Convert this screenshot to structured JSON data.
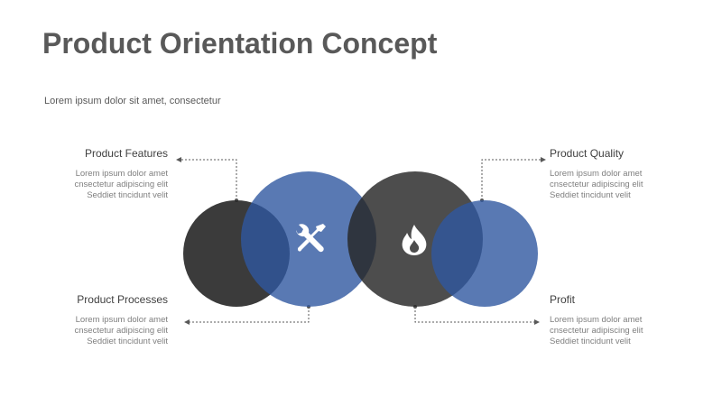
{
  "title": "Product Orientation Concept",
  "subtitle": "Lorem ipsum dolor sit amet, consectetur",
  "blocks": {
    "features": {
      "heading": "Product Features",
      "lines": [
        "Lorem ipsum dolor amet",
        "cnsectetur adipiscing elit",
        "Seddiet tincidunt velit"
      ]
    },
    "processes": {
      "heading": "Product Processes",
      "lines": [
        "Lorem ipsum dolor amet",
        "cnsectetur adipiscing elit",
        "Seddiet tincidunt velit"
      ]
    },
    "quality": {
      "heading": "Product Quality",
      "lines": [
        "Lorem ipsum dolor amet",
        "cnsectetur adipiscing elit",
        "Seddiet tincidunt velit"
      ]
    },
    "profit": {
      "heading": "Profit",
      "lines": [
        "Lorem ipsum dolor amet",
        "cnsectetur adipiscing elit",
        "Seddiet tincidunt velit"
      ]
    }
  },
  "colors": {
    "dark_circle": "#262626",
    "blue_circle": "#2f58a0",
    "mid_dark_circle": "#3a3a3a",
    "connector": "#595959",
    "icon": "#ffffff"
  },
  "icons": {
    "blue_circle": "tools-icon",
    "dark_circle": "fire-icon"
  }
}
